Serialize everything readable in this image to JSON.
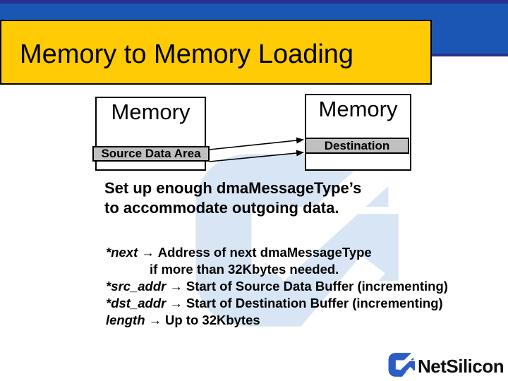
{
  "title": "Memory to Memory Loading",
  "diagram": {
    "source": {
      "title": "Memory",
      "band": "Source Data Area"
    },
    "destination": {
      "title": "Memory",
      "band": "Destination"
    }
  },
  "body": {
    "line1": "Set up enough dmaMessageType’s",
    "line2": "to accommodate outgoing data."
  },
  "details": [
    {
      "var": "*next",
      "arrow": "→",
      "text": "Address of next dmaMessageType"
    },
    {
      "var": "",
      "arrow": "",
      "text": "if more than 32Kbytes needed."
    },
    {
      "var": "*src_addr",
      "arrow": "→",
      "text": "Start of Source Data Buffer (incrementing)"
    },
    {
      "var": "*dst_addr",
      "arrow": "→",
      "text": "Start of Destination Buffer (incrementing)"
    },
    {
      "var": "length",
      "arrow": "→",
      "text": "Up to 32Kbytes"
    }
  ],
  "logo": {
    "name": "NetSilicon"
  },
  "colors": {
    "header_blue": "#1B56B5",
    "header_navy": "#2A2F8F",
    "title_yellow": "#FFCB05",
    "logo_blue": "#2C5CC5",
    "watermark_blue": "#D8E5F4",
    "band_gray": "#C0C0C0"
  }
}
